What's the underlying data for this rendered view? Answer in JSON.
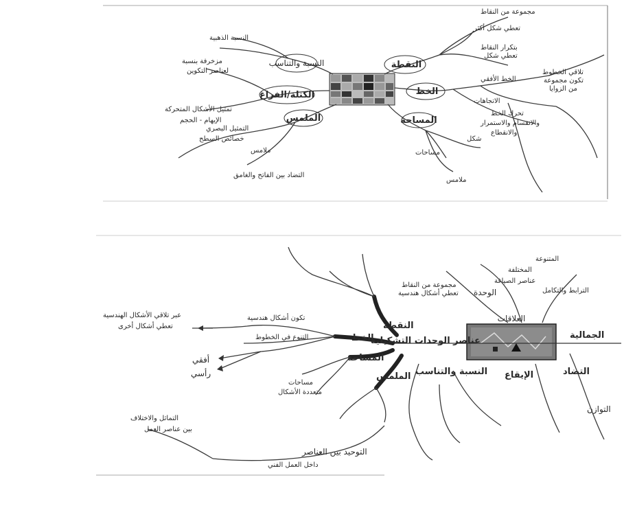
{
  "top_map": {
    "labels": {
      "point": "النقطة",
      "line": "الخط",
      "area": "المساحة",
      "texture": "الملمس",
      "mass": "الكتلة/الفراغ",
      "relation": "النسبة والتناسب",
      "point_n1": "مجموعة من النقاط",
      "point_n2": "تعطي شكل أكثر",
      "point_n3": "بتكرار النقاط",
      "point_n4": "تعطي شكل",
      "line_n1": "تلاقي الخطوط",
      "line_n2": "تكون مجموعة",
      "line_n3": "من الزوايا",
      "line_n4": "الخط الأفقي",
      "line_n5": "الاتجاهات",
      "line_n6": "تحرك الخط",
      "line_n7": "والانقسام والاستمرار",
      "line_n8": "والانقطاع",
      "area_n1": "شكل",
      "area_n2": "مساحات",
      "area_n3": "ملامس",
      "tex_n1": "التمثيل البصري",
      "tex_n2": "خصائص السطح",
      "tex_n3": "ملامس",
      "tex_n4": "التضاد بين الفاتح والغامق",
      "mass_n1": "تمثيل الأشكال المتحركة",
      "mass_n2": "الإيهام - الحجم",
      "rel_n1": "النسبة الذهبية",
      "rel_n2": "مزخرفة بنسبة",
      "rel_n3": "لعناصر التكوين"
    }
  },
  "bottom_map": {
    "labels": {
      "center": "عناصر الوحدات التشكيلية",
      "surface": "النقطة",
      "line": "الخط",
      "area": "المساحة",
      "texture": "الملمس",
      "rhythm": "الإيقاع",
      "contrast": "التضاد",
      "balance": "التوازن",
      "unity": "الوحدة",
      "relations": "العلاقات",
      "aesthetic": "الجمالية",
      "proportion": "النسبة والتناسب",
      "n_points1": "مجموعة من النقاط",
      "n_points2": "تعطي أشكال هندسية",
      "n_lines1": "تكون أشكال هندسية",
      "n_lines2": "التنوع في الخطوط",
      "n_lines3": "عبر تلاقي الأشكال الهندسية",
      "n_lines4": "تعطي أشكال أخرى",
      "n_horiz": "أفقي",
      "n_vert": "رأسي",
      "n_area1": "مساحات",
      "n_area2": "متعددة الأشكال",
      "n_unity1": "المتنوعة",
      "n_unity2": "المختلفة",
      "n_unity3": "عناصر الصياغة",
      "n_unity4": "الترابط والتكامل",
      "n_bottom1": "التوحيد بين العناصر",
      "n_bottom2": "داخل العمل الفني",
      "n_bottom3": "التماثل والاختلاف",
      "n_bottom4": "بين عناصر العمل"
    }
  }
}
